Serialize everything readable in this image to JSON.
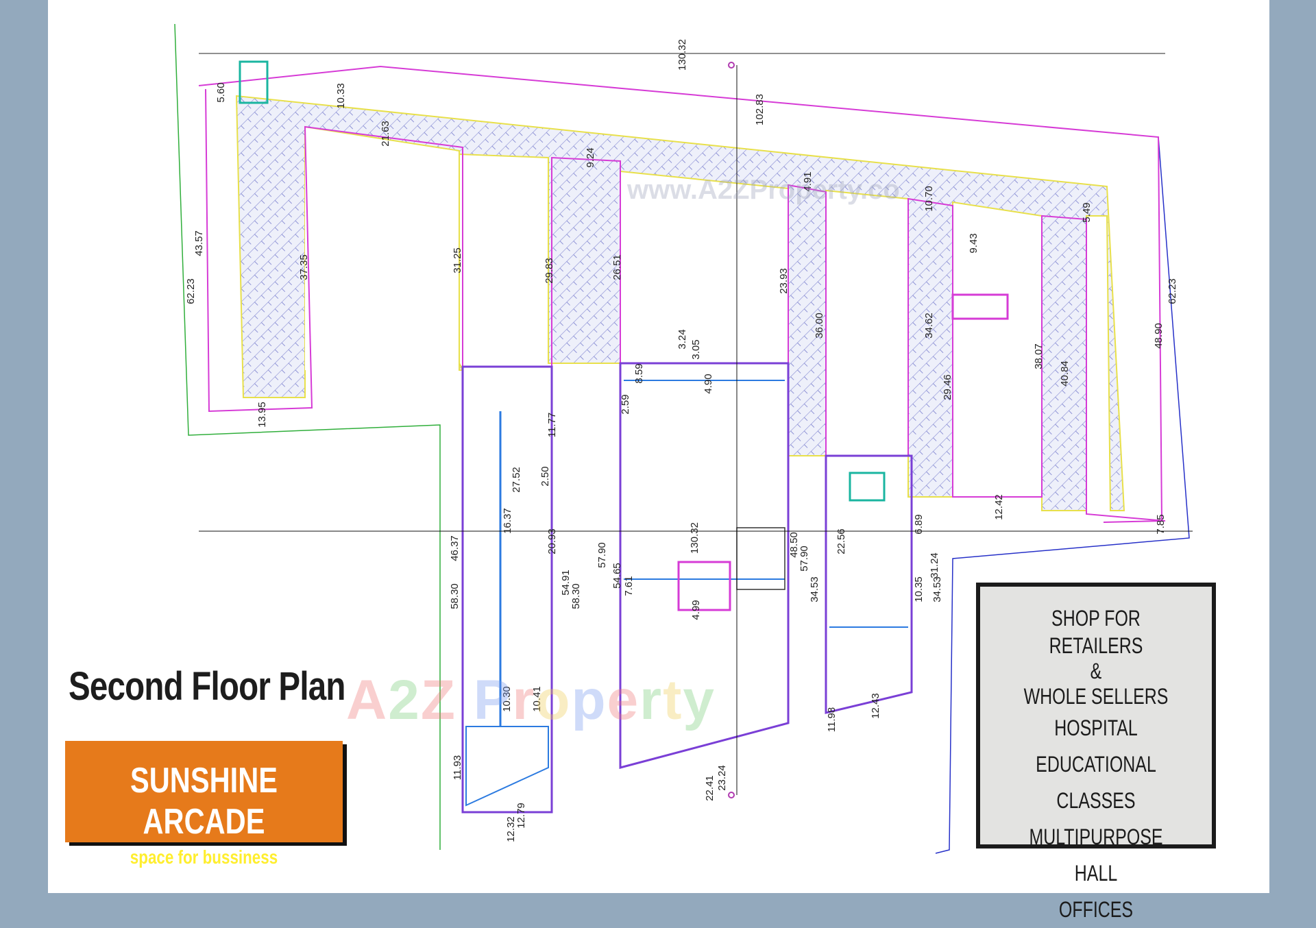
{
  "drawing": {
    "title": "Second Floor Plan",
    "brand": {
      "name": "SUNSHINE ARCADE",
      "tagline": "space for bussiness",
      "color": "#e67a1b",
      "tagline_color": "#ffee2e"
    },
    "uses": [
      "SHOP FOR RETAILERS",
      "&",
      "WHOLE SELLERS",
      "HOSPITAL",
      "EDUCATIONAL CLASSES",
      "MULTIPURPOSE HALL",
      "OFFICES"
    ],
    "watermark": "A2Z Property",
    "watermark_top": "www.A2ZProperty.co",
    "dimensions": [
      "130.32",
      "102.83",
      "62.23",
      "43.57",
      "37.35",
      "31.25",
      "29.83",
      "26.51",
      "23.93",
      "36.00",
      "34.62",
      "29.46",
      "38.07",
      "40.84",
      "48.90",
      "62.23",
      "58.30",
      "46.37",
      "54.91",
      "58.30",
      "57.90",
      "54.65",
      "130.32",
      "48.50",
      "57.90",
      "34.53",
      "22.56",
      "10.35",
      "31.24",
      "34.53",
      "12.43",
      "11.98",
      "22.41",
      "23.24",
      "11.93",
      "12.32",
      "12.79",
      "13.95",
      "21.63",
      "9.24",
      "4.91",
      "10.70",
      "9.43",
      "5.49",
      "12.42",
      "7.85",
      "11.77",
      "20.93",
      "10.30",
      "10.41",
      "5.60",
      "10.33",
      "16.37",
      "27.52",
      "2.50",
      "2.59",
      "8.59",
      "3.24",
      "3.05",
      "4.90",
      "6.89",
      "7.61",
      "4.99"
    ],
    "colors": {
      "boundary": "#d63bd6",
      "site_green": "#2fae3a",
      "site_blue": "#2630c8",
      "hatch": "#8f93d6",
      "wall_yellow": "#e8e04a",
      "frame": "#93a9bd"
    }
  }
}
